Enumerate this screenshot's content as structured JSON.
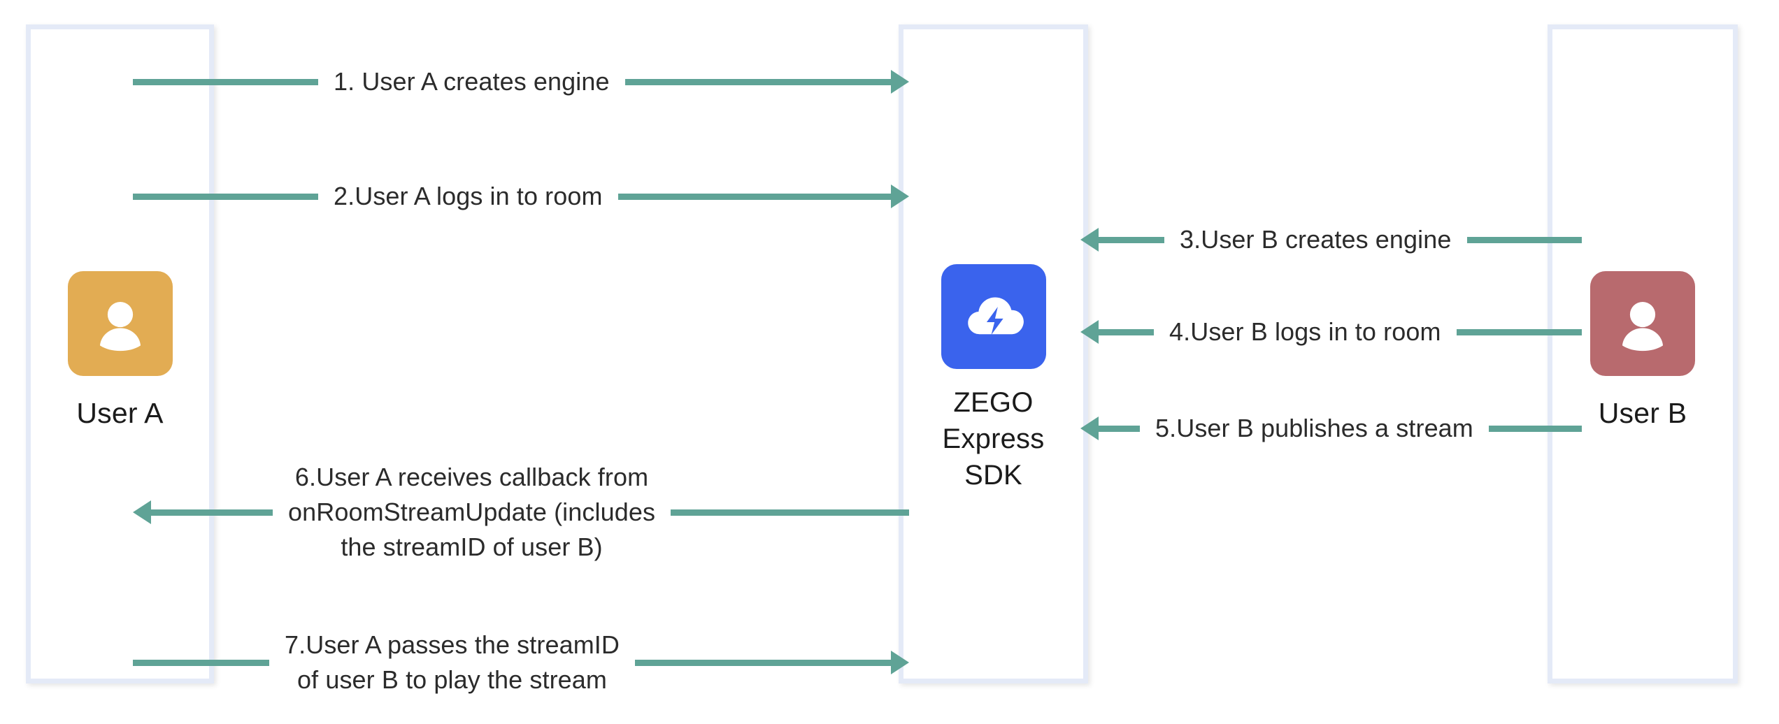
{
  "diagram": {
    "title": "ZEGO Express SDK publish / play sequence",
    "accent_arrow_color": "#5FA396",
    "lifeline_border_color": "#E4EAF7",
    "background_color": "#FFFFFF"
  },
  "actors": {
    "left": {
      "label": "User A",
      "icon": "user-avatar-icon",
      "avatar_color": "#E2AC53"
    },
    "center": {
      "label": "ZEGO\nExpress\nSDK",
      "icon": "zego-cloud-bolt-icon",
      "avatar_color": "#3A63ED"
    },
    "right": {
      "label": "User B",
      "icon": "user-avatar-icon",
      "avatar_color": "#B86A6E"
    }
  },
  "messages": [
    {
      "step": 1,
      "label": "1. User A creates engine",
      "from": "left",
      "to": "center",
      "direction": "right"
    },
    {
      "step": 2,
      "label": "2.User A logs in to room",
      "from": "left",
      "to": "center",
      "direction": "right"
    },
    {
      "step": 3,
      "label": "3.User B creates engine",
      "from": "right",
      "to": "center",
      "direction": "left"
    },
    {
      "step": 4,
      "label": "4.User B logs in to room",
      "from": "right",
      "to": "center",
      "direction": "left"
    },
    {
      "step": 5,
      "label": "5.User B publishes a stream",
      "from": "right",
      "to": "center",
      "direction": "left"
    },
    {
      "step": 6,
      "label": "6.User A receives callback from\nonRoomStreamUpdate (includes\nthe streamID of user B)",
      "from": "center",
      "to": "left",
      "direction": "left"
    },
    {
      "step": 7,
      "label": "7.User A passes the streamID\nof user B to play the stream",
      "from": "left",
      "to": "center",
      "direction": "right"
    }
  ]
}
